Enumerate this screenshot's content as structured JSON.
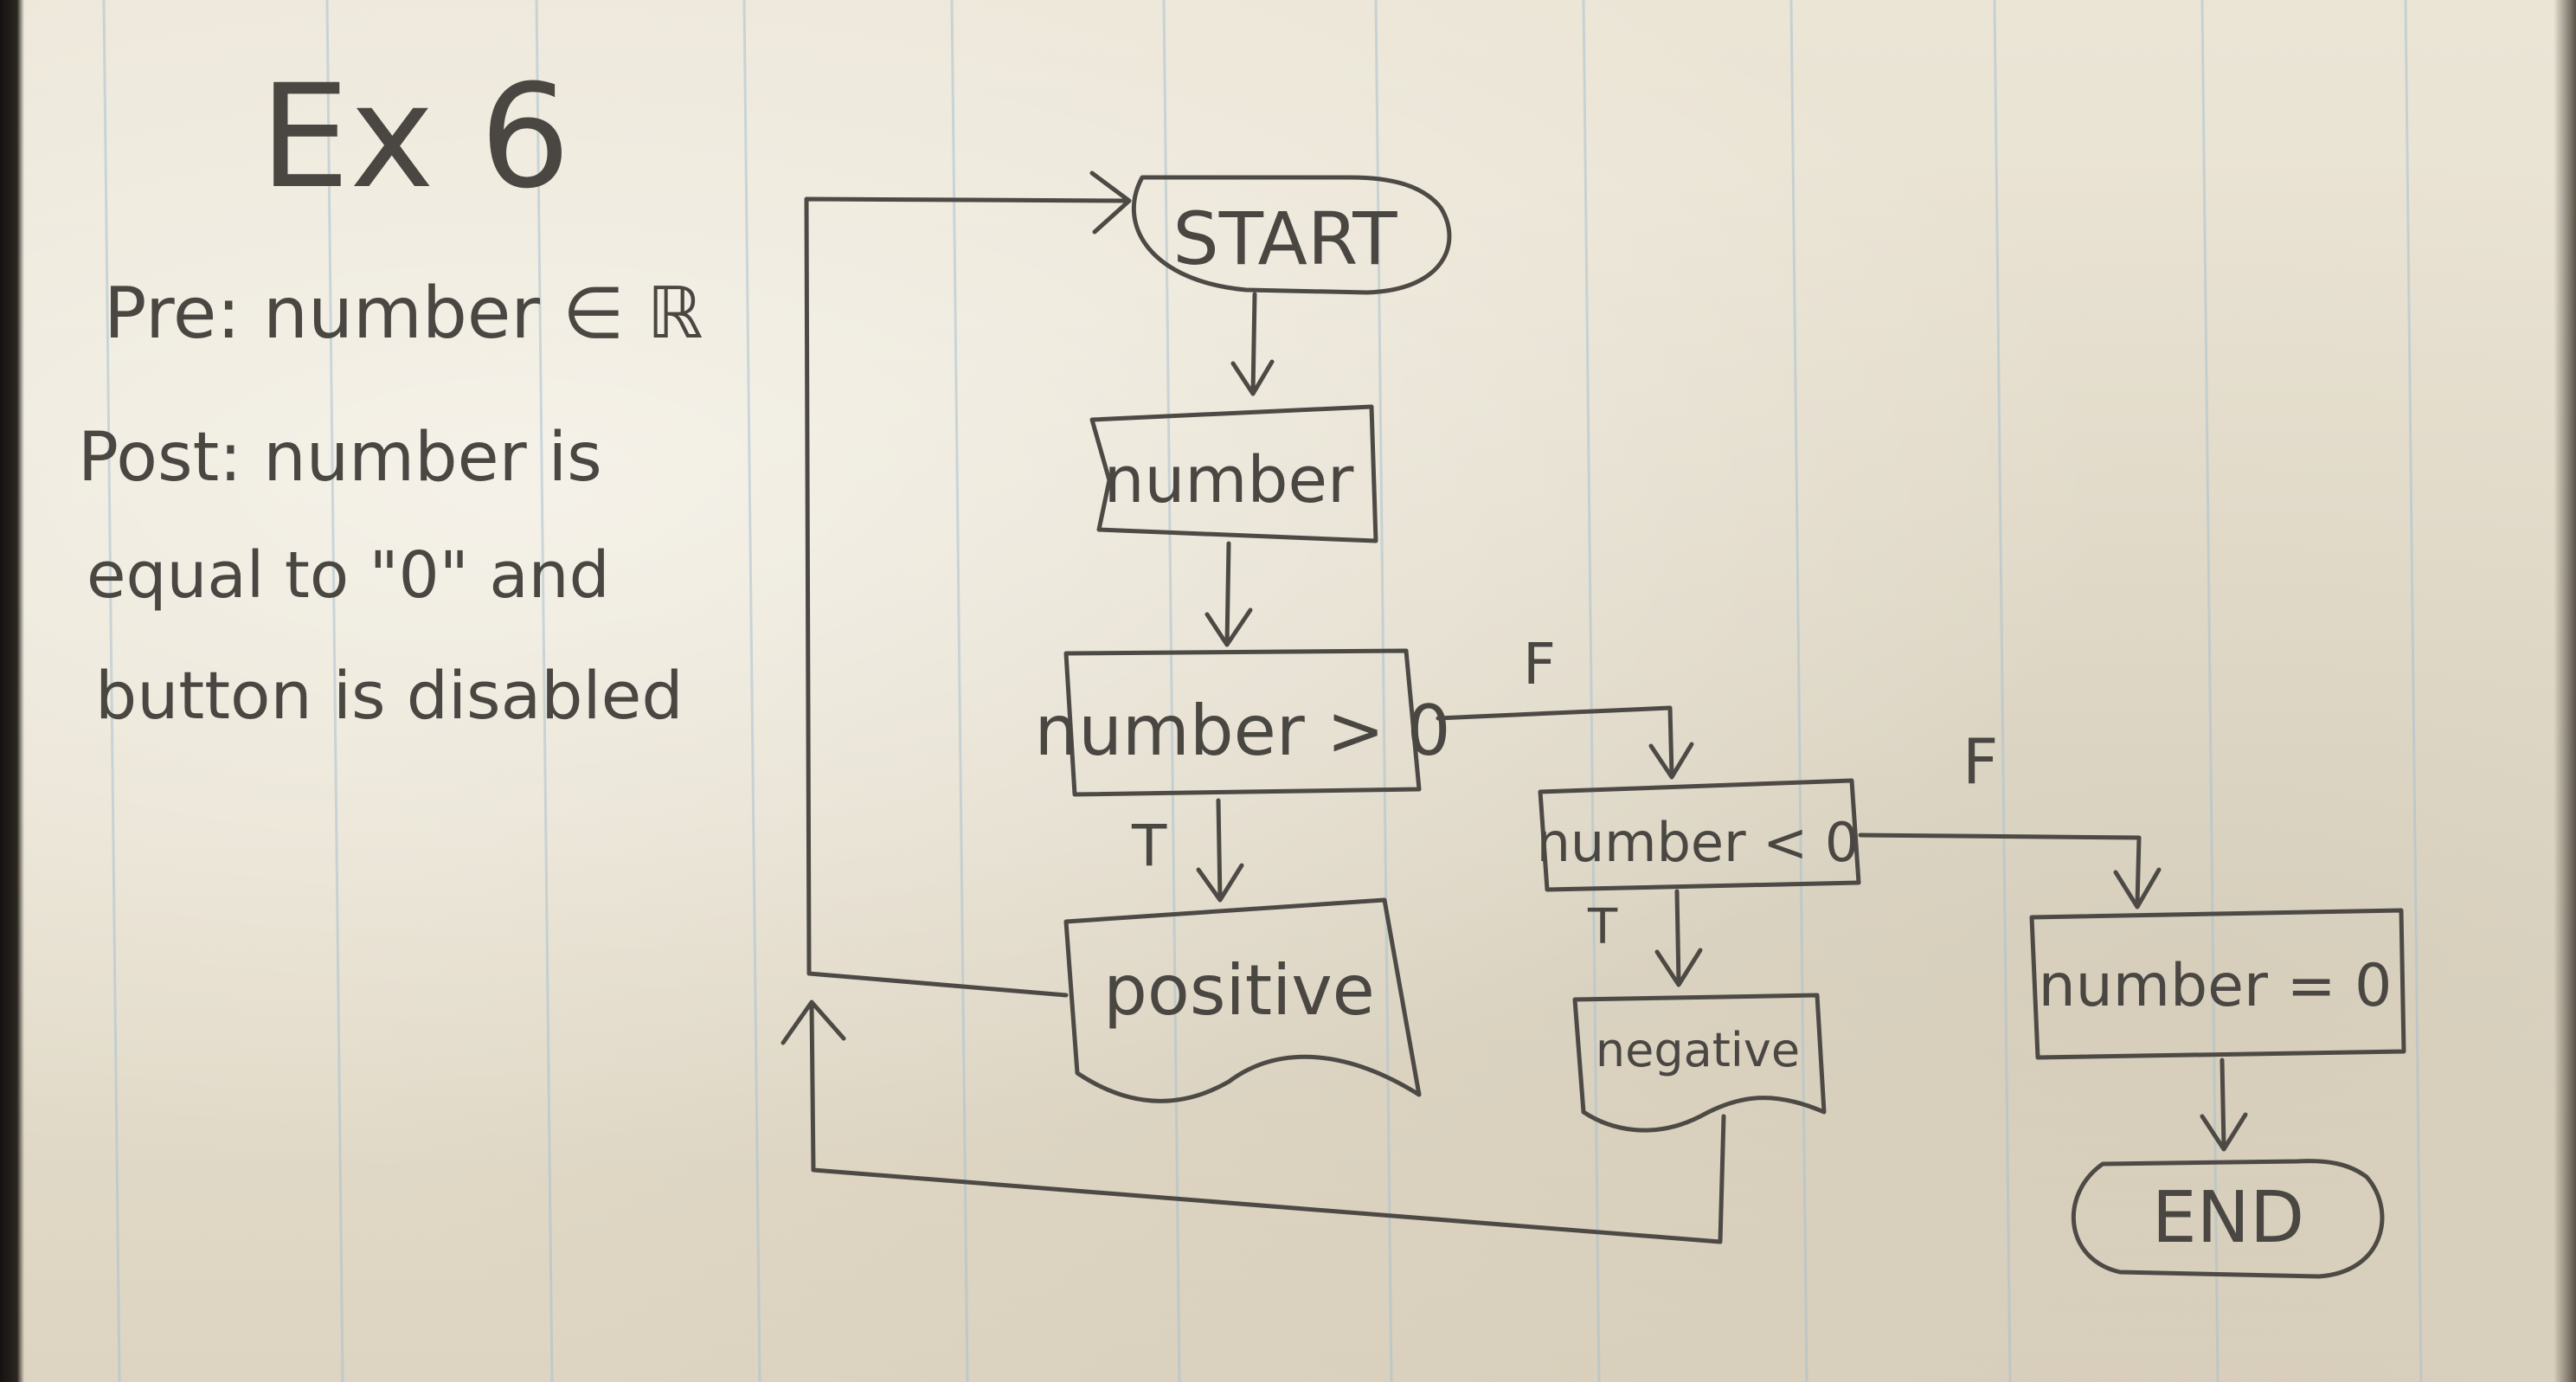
{
  "title": "Ex 6",
  "conditions": {
    "pre": "Pre: number ∈ ℝ",
    "post_line1": "Post: number is",
    "post_line2": "equal to \"0\" and",
    "post_line3": "button is disabled"
  },
  "flow": {
    "start": "START",
    "input": "number",
    "decision1": "number > 0",
    "decision1_true": "T",
    "decision1_false": "F",
    "output_positive": "positive",
    "decision2": "number < 0",
    "decision2_true": "T",
    "decision2_false": "F",
    "output_negative": "negative",
    "process_zero": "number = 0",
    "end": "END"
  },
  "colors": {
    "paper": "#ece4d4",
    "ink": "#4d4a46",
    "rule_line": "#a9c2cf"
  }
}
